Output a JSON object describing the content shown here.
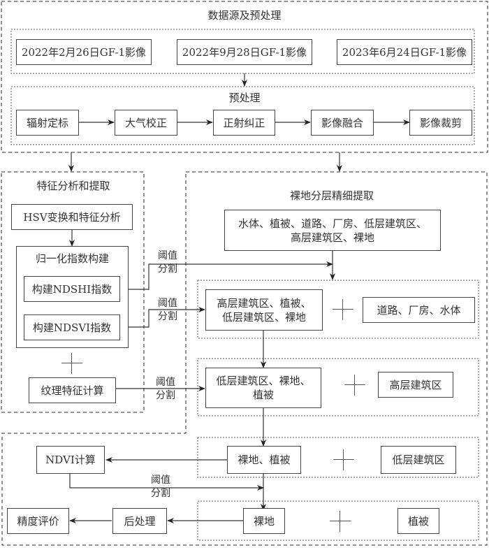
{
  "data_source": {
    "title": "数据源及预处理",
    "images": [
      "2022年2月26日GF-1影像",
      "2022年9月28日GF-1影像",
      "2023年6月24日GF-1影像"
    ],
    "preprocess_title": "预处理",
    "preprocess_steps": [
      "辐射定标",
      "大气校正",
      "正射纠正",
      "影像融合",
      "影像裁剪"
    ]
  },
  "feature": {
    "title": "特征分析和提取",
    "hsv": "HSV变换和特征分析",
    "index_title": "归一化指数构建",
    "ndshi": "构建NDSHI指数",
    "ndsvi": "构建NDSVI指数",
    "texture": "纹理特征计算"
  },
  "threshold": {
    "line1": "阈值",
    "line2": "分割"
  },
  "extraction": {
    "title": "裸地分层精细提取",
    "all_classes_line1": "水体、植被、道路、厂房、低层建筑区、",
    "all_classes_line2": "高层建筑区、裸地",
    "level1_left_line1": "高层建筑区、植被、",
    "level1_left_line2": "低层建筑区、裸地",
    "level1_right": "道路、厂房、水体",
    "level2_left_line1": "低层建筑区、裸地、",
    "level2_left_line2": "植被",
    "level2_right": "高层建筑区",
    "level3_left": "裸地、植被",
    "level3_right": "低层建筑区",
    "level4_left": "裸地",
    "level4_right": "植被"
  },
  "post": {
    "ndvi": "NDVI计算",
    "postprocess": "后处理",
    "accuracy": "精度评价"
  },
  "colors": {
    "line": "#444444",
    "text": "#333333"
  }
}
